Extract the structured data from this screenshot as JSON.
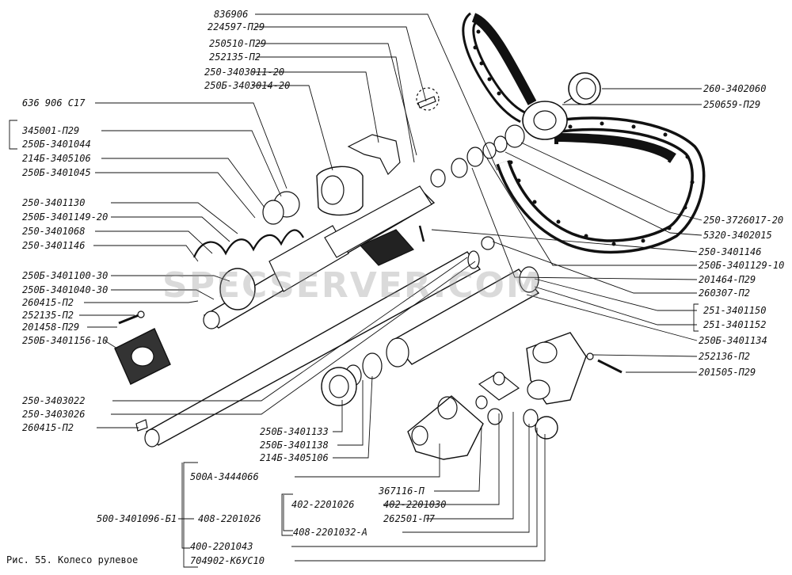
{
  "caption": "Рис. 55. Колесо рулевое",
  "watermark": "SPECSERVER.COM",
  "labels": {
    "l1": "836906",
    "l2": "224597-П29",
    "l3": "250510-П29",
    "l4": "252135-П2",
    "l5": "250-3403011-20",
    "l6": "250Б-3403014-20",
    "l7": "636 906 С17",
    "l8": "345001-П29",
    "l9": "250Б-3401044",
    "l10": "214Б-3405106",
    "l11": "250Б-3401045",
    "l12": "250-3401130",
    "l13": "250Б-3401149-20",
    "l14": "250-3401068",
    "l15": "250-3401146",
    "l16": "250Б-3401100-30",
    "l17": "250Б-3401040-30",
    "l18": "260415-П2",
    "l19": "252135-П2",
    "l20": "201458-П29",
    "l21": "250Б-3401156-10",
    "l22": "250-3403022",
    "l23": "250-3403026",
    "l24": "260415-П2",
    "l25": "250Б-3401133",
    "l26": "250Б-3401138",
    "l27": "214Б-3405106",
    "l28": "500А-3444066",
    "l29": "367116-П",
    "l30": "402-2201026",
    "l31": "402-2201030",
    "l32": "262501-П7",
    "l33": "500-3401096-Б1",
    "l34": "408-2201026",
    "l35": "408-2201032-А",
    "l36": "400-2201043",
    "l37": "704902-К6УС10",
    "r1": "260-3402060",
    "r2": "250659-П29",
    "r3": "250-3726017-20",
    "r4": "5320-3402015",
    "r5": "250-3401146",
    "r6": "250Б-3401129-10",
    "r7": "201464-П29",
    "r8": "260307-П2",
    "r9": "251-3401150",
    "r10": "251-3401152",
    "r11": "250Б-3401134",
    "r12": "252136-П2",
    "r13": "201505-П29"
  }
}
